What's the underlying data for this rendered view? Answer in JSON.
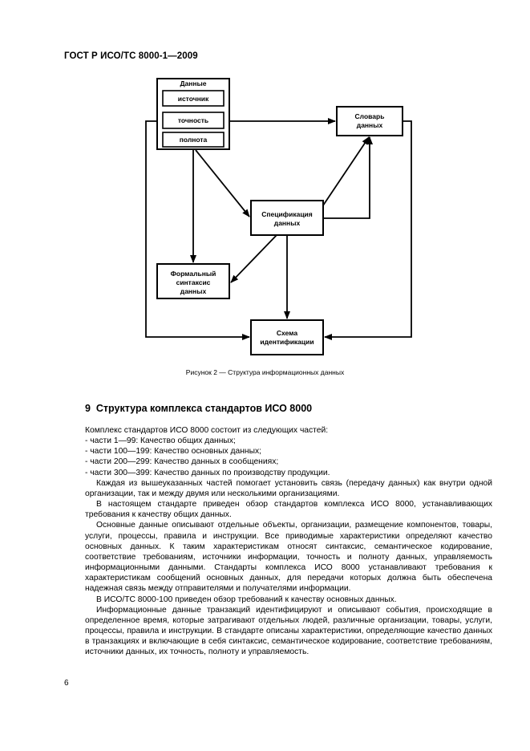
{
  "header": {
    "title": "ГОСТ Р ИСО/ТС 8000-1—2009"
  },
  "diagram": {
    "data_box": {
      "title": "Данные",
      "items": [
        "источник",
        "точность",
        "полнота"
      ]
    },
    "dictionary_box": {
      "line1": "Словарь",
      "line2": "данных"
    },
    "spec_box": {
      "line1": "Спецификация",
      "line2": "данных"
    },
    "formal_box": {
      "line1": "Формальный",
      "line2": "синтаксис",
      "line3": "данных"
    },
    "id_box": {
      "line1": "Схема",
      "line2": "идентификации"
    }
  },
  "caption": "Рисунок 2 — Структура информационных данных",
  "section": {
    "number": "9",
    "title": "Структура комплекса стандартов ИСО 8000"
  },
  "body": {
    "intro": "Комплекс стандартов ИСО 8000 состоит из следующих частей:",
    "list": [
      "- части 1—99: Качество общих данных;",
      "- части 100—199: Качество основных данных;",
      "- части 200—299: Качество данных в сообщениях;",
      "- части 300—399: Качество данных по производству продукции."
    ],
    "p1": "Каждая из вышеуказанных частей помогает установить связь (передачу данных) как внутри одной организации, так и между двумя или несколькими организациями.",
    "p2": "В настоящем стандарте приведен обзор стандартов комплекса ИСО 8000, устанавливающих требования к качеству общих данных.",
    "p3": "Основные данные описывают отдельные объекты, организации, размещение компонентов, товары, услуги, процессы, правила и инструкции. Все приводимые характеристики определяют качество основных данных. К таким характеристикам относят синтаксис, семантическое кодирование, соответствие требованиям, источники информации, точность и полноту данных, управляемость информационными данными. Стандарты комплекса ИСО 8000 устанавливают требования к характеристикам сообщений основных данных, для передачи которых должна быть обеспечена надежная связь между отправителями и получателями информации.",
    "p4": "В ИСО/ТС 8000-100 приведен обзор требований к качеству основных данных.",
    "p5": "Информационные данные транзакций идентифицируют и описывают события, происходящие в определенное время, которые затрагивают отдельных людей, различные организации, товары, услуги, процессы, правила и инструкции. В стандарте описаны характеристики, определяющие качество данных в транзакциях и включающие в себя синтаксис, семантическое кодирование, соответствие требованиям, источники данных, их точность, полноту и управляемость."
  },
  "page_number": "6"
}
